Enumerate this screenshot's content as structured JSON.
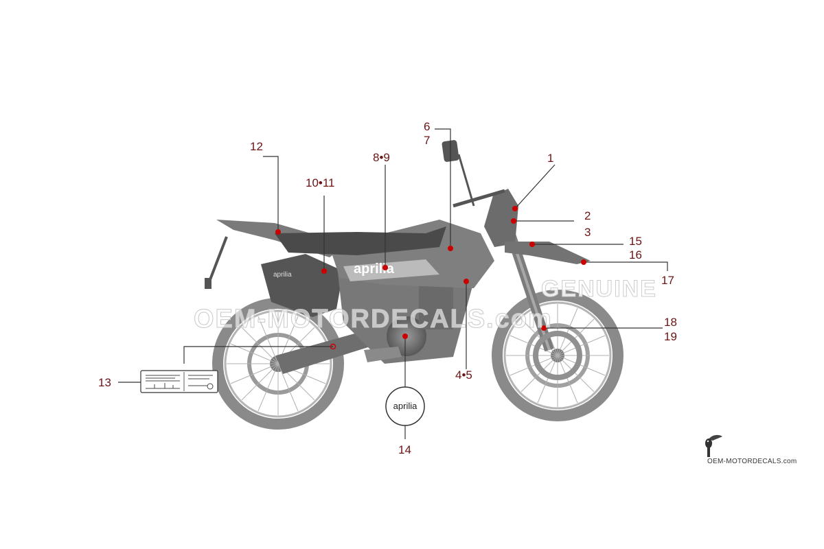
{
  "callouts": {
    "c1": "1",
    "c2": "2",
    "c3": "3",
    "c4_5": "4•5",
    "c6": "6",
    "c7": "7",
    "c8_9": "8•9",
    "c10_11": "10•11",
    "c12": "12",
    "c13": "13",
    "c14": "14",
    "c15": "15",
    "c16": "16",
    "c17": "17",
    "c18": "18",
    "c19": "19"
  },
  "brand_badge": "aprilia",
  "watermark": {
    "word1": "GENUINE",
    "word2": "OEM-MOTORDECALS.com"
  },
  "site_logo": {
    "text": "OEM-MOTORDECALS.com",
    "icon": "toucan-icon"
  },
  "tank_lettering": "aprilia",
  "exhaust_lettering": "aprilia",
  "colors": {
    "callout": "#6b1414",
    "dot": "#cc0000",
    "bike": "#6d6d6d",
    "lines": "#333333"
  }
}
